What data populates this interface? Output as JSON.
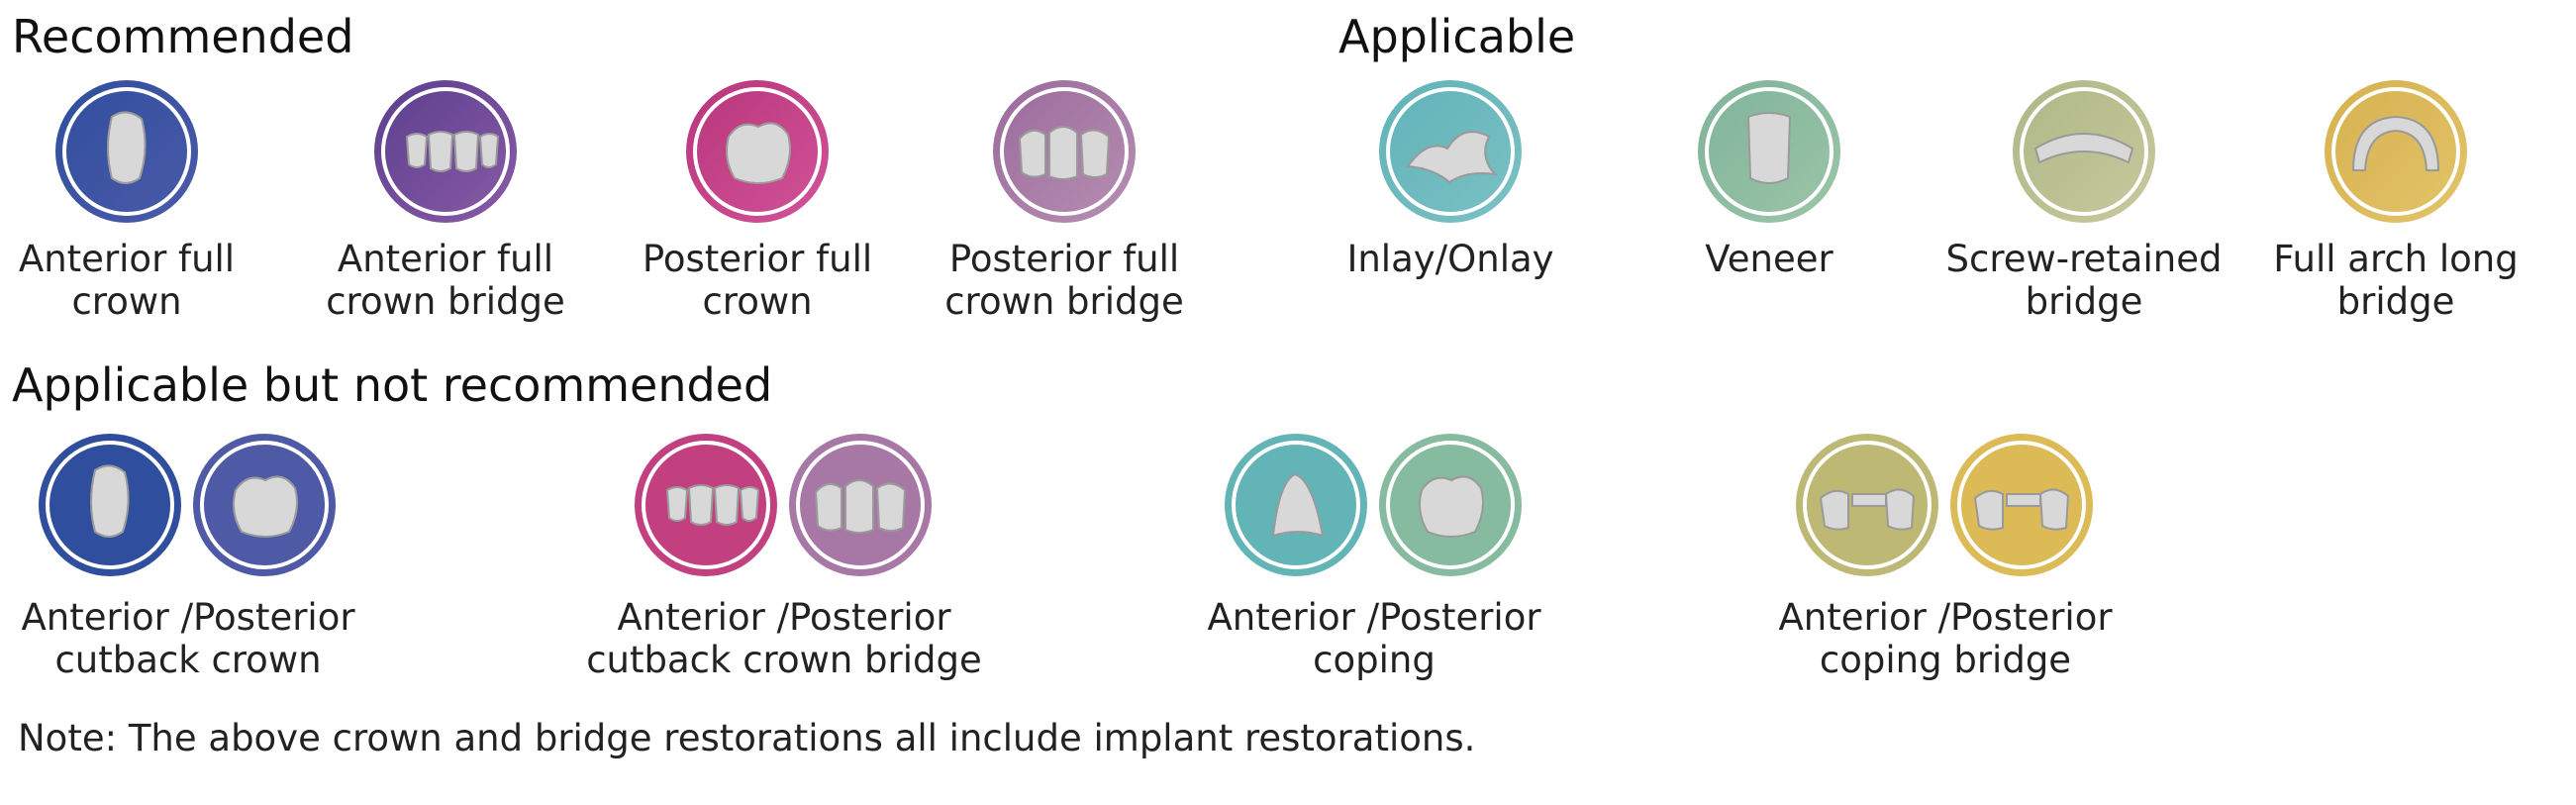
{
  "sections": {
    "recommended": "Recommended",
    "applicable": "Applicable",
    "not_recommended": "Applicable but not recommended"
  },
  "recommended_items": [
    {
      "label": "Anterior full\ncrown",
      "color_a": "#2f4f9e",
      "color_b": "#4b5aa8",
      "icon": "anterior-crown-icon"
    },
    {
      "label": "Anterior full\ncrown bridge",
      "color_a": "#5a3f8e",
      "color_b": "#8a5aa6",
      "icon": "anterior-bridge-icon"
    },
    {
      "label": "Posterior full\ncrown",
      "color_a": "#b8357a",
      "color_b": "#d2539a",
      "icon": "posterior-crown-icon"
    },
    {
      "label": "Posterior full\ncrown bridge",
      "color_a": "#9a6a9c",
      "color_b": "#b78fb2",
      "icon": "posterior-bridge-icon"
    }
  ],
  "applicable_items": [
    {
      "label": "Inlay/Onlay",
      "color_a": "#5fb3b8",
      "color_b": "#7cc1c4",
      "icon": "inlay-onlay-icon"
    },
    {
      "label": "Veneer",
      "color_a": "#7fb39a",
      "color_b": "#9cc5a8",
      "icon": "veneer-icon"
    },
    {
      "label": "Screw-retained\nbridge",
      "color_a": "#aeb786",
      "color_b": "#c7c99d",
      "icon": "screw-bridge-icon"
    },
    {
      "label": "Full arch long\nbridge",
      "color_a": "#d6b14f",
      "color_b": "#e3c46a",
      "icon": "full-arch-icon"
    }
  ],
  "not_recommended_pairs": [
    {
      "label": "Anterior /Posterior\ncutback crown",
      "colors": [
        "#2f4f9e",
        "#4e5aa6"
      ],
      "icons": [
        "cutback-anterior-icon",
        "cutback-posterior-icon"
      ]
    },
    {
      "label": "Anterior /Posterior\ncutback crown bridge",
      "colors": [
        "#c2407f",
        "#a777a6"
      ],
      "icons": [
        "cutback-anterior-bridge-icon",
        "cutback-posterior-bridge-icon"
      ]
    },
    {
      "label": "Anterior /Posterior\ncoping",
      "colors": [
        "#63b4b6",
        "#86bb9f"
      ],
      "icons": [
        "coping-anterior-icon",
        "coping-posterior-icon"
      ]
    },
    {
      "label": "Anterior /Posterior\ncoping  bridge",
      "colors": [
        "#bdb874",
        "#dcba56"
      ],
      "icons": [
        "coping-anterior-bridge-icon",
        "coping-posterior-bridge-icon"
      ]
    }
  ],
  "note": "Note: The above crown and bridge restorations all include implant restorations."
}
